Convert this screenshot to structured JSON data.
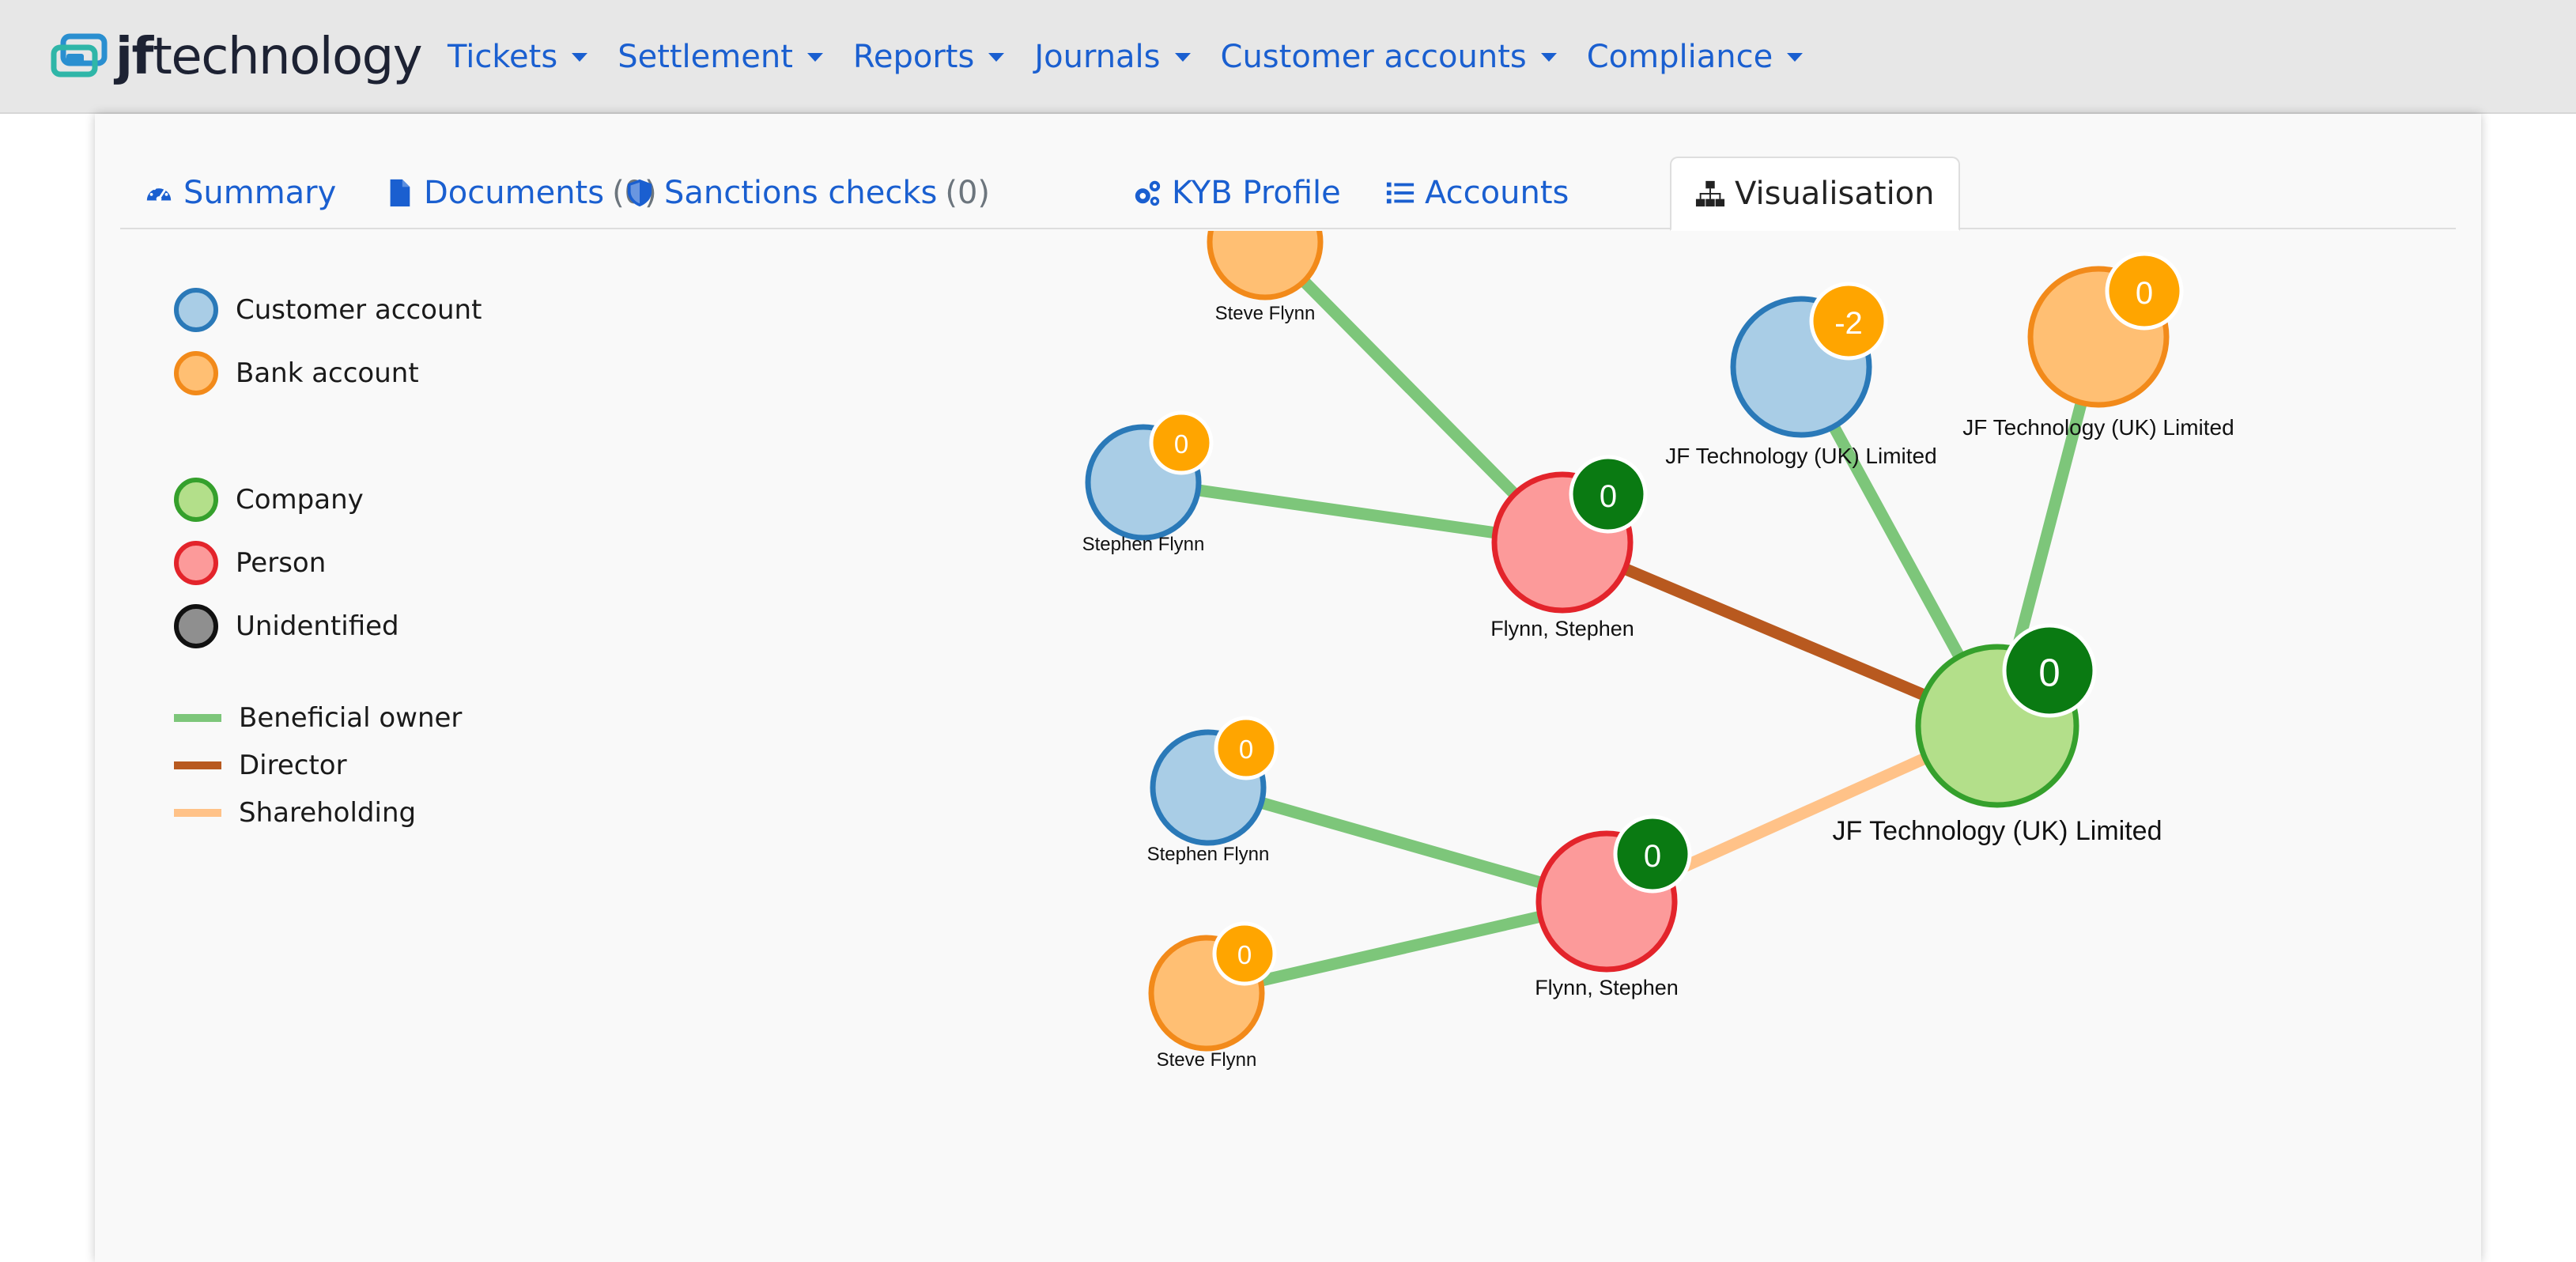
{
  "brand": {
    "name_prefix": "jf",
    "name_suffix": "technology"
  },
  "nav": {
    "items": [
      {
        "label": "Tickets"
      },
      {
        "label": "Settlement"
      },
      {
        "label": "Reports"
      },
      {
        "label": "Journals"
      },
      {
        "label": "Customer accounts"
      },
      {
        "label": "Compliance"
      }
    ]
  },
  "tabs": {
    "summary": {
      "label": "Summary",
      "icon": "dashboard-icon"
    },
    "documents": {
      "label": "Documents",
      "count": "(0)",
      "icon": "file-icon"
    },
    "sanctions": {
      "label": "Sanctions checks",
      "count": "(0)",
      "icon": "shield-icon"
    },
    "kyb": {
      "label": "KYB Profile",
      "icon": "gears-icon"
    },
    "accounts": {
      "label": "Accounts",
      "icon": "list-icon"
    },
    "visualisation": {
      "label": "Visualisation",
      "icon": "sitemap-icon",
      "active": true
    }
  },
  "legend": {
    "customer_account": {
      "label": "Customer account",
      "fill": "#a9cde6",
      "stroke": "#2a79b8"
    },
    "bank_account": {
      "label": "Bank account",
      "fill": "#ffbf73",
      "stroke": "#f28a1a"
    },
    "company": {
      "label": "Company",
      "fill": "#b3df8a",
      "stroke": "#35a02c"
    },
    "person": {
      "label": "Person",
      "fill": "#fc9a9a",
      "stroke": "#e3242b"
    },
    "unidentified": {
      "label": "Unidentified",
      "fill": "#8f8f8f",
      "stroke": "#111111"
    },
    "beneficial_owner": {
      "label": "Beneficial owner",
      "color": "#7dc67a"
    },
    "director": {
      "label": "Director",
      "color": "#b8591f"
    },
    "shareholding": {
      "label": "Shareholding",
      "color": "#ffc288"
    }
  },
  "colors": {
    "link": "#1a5fd0",
    "badge_orange": "#ffa500",
    "badge_green": "#0a7a12"
  },
  "graph": {
    "nodes": [
      {
        "id": "steve1",
        "type": "bank_account",
        "label": "Steve Flynn",
        "badge": ""
      },
      {
        "id": "stephen1",
        "type": "customer_account",
        "label": "Stephen Flynn",
        "badge": "0"
      },
      {
        "id": "person1",
        "type": "person",
        "label": "Flynn, Stephen",
        "badge": "0"
      },
      {
        "id": "jfcust",
        "type": "customer_account",
        "label": "JF Technology (UK) Limited",
        "badge": "-2"
      },
      {
        "id": "jfbank",
        "type": "bank_account",
        "label": "JF Technology (UK) Limited",
        "badge": "0"
      },
      {
        "id": "company",
        "type": "company",
        "label": "JF Technology (UK) Limited",
        "badge": "0"
      },
      {
        "id": "stephen2",
        "type": "customer_account",
        "label": "Stephen Flynn",
        "badge": "0"
      },
      {
        "id": "person2",
        "type": "person",
        "label": "Flynn, Stephen",
        "badge": "0"
      },
      {
        "id": "steve2",
        "type": "bank_account",
        "label": "Steve Flynn",
        "badge": "0"
      }
    ],
    "edges": [
      {
        "source": "steve1",
        "target": "person1",
        "type": "beneficial_owner"
      },
      {
        "source": "stephen1",
        "target": "person1",
        "type": "beneficial_owner"
      },
      {
        "source": "person1",
        "target": "company",
        "type": "director"
      },
      {
        "source": "jfcust",
        "target": "company",
        "type": "beneficial_owner"
      },
      {
        "source": "jfbank",
        "target": "company",
        "type": "beneficial_owner"
      },
      {
        "source": "stephen2",
        "target": "person2",
        "type": "beneficial_owner"
      },
      {
        "source": "steve2",
        "target": "person2",
        "type": "beneficial_owner"
      },
      {
        "source": "person2",
        "target": "company",
        "type": "shareholding"
      }
    ]
  }
}
